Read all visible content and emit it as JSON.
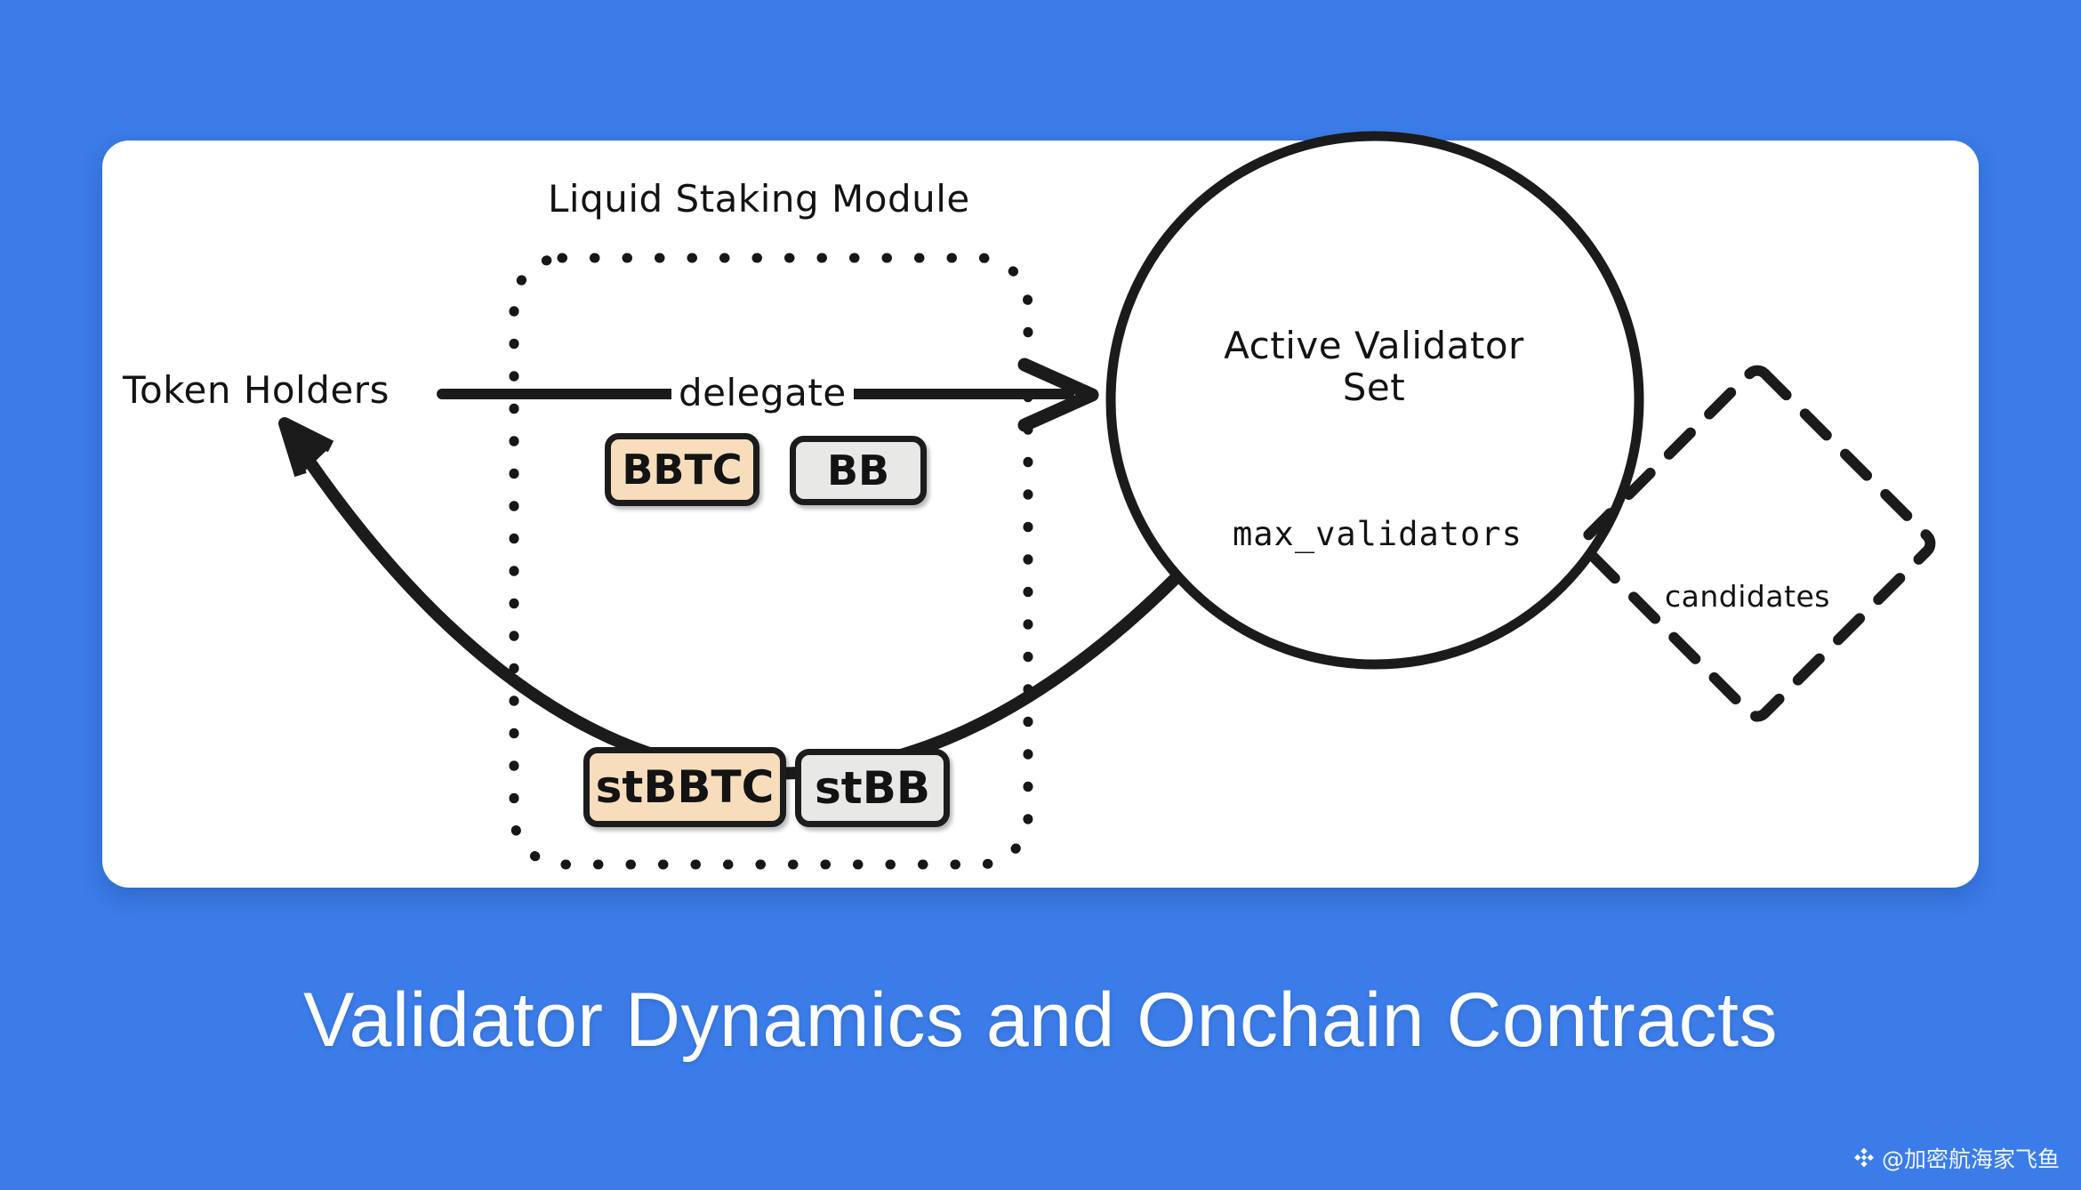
{
  "theme": {
    "background": "#3b7ce8",
    "card_background": "#ffffff",
    "ink": "#131313",
    "chip_peach": "#f7ddbb",
    "chip_grey": "#e8e8e6"
  },
  "caption": {
    "text": "Validator Dynamics and Onchain Contracts"
  },
  "diagram": {
    "token_holders_label": "Token Holders",
    "module_label": "Liquid Staking Module",
    "delegate_label": "delegate",
    "active_validator_set_label": "Active Validator Set",
    "max_validators_label": "max_validators",
    "candidates_label": "candidates",
    "chips": [
      {
        "id": "bbtc",
        "label": "BBTC",
        "fill": "peach"
      },
      {
        "id": "bb",
        "label": "BB",
        "fill": "grey"
      },
      {
        "id": "stbbtc",
        "label": "stBBTC",
        "fill": "peach"
      },
      {
        "id": "stbb",
        "label": "stBB",
        "fill": "grey"
      }
    ]
  },
  "watermark": {
    "icon": "binance-diamond-icon",
    "handle": "@加密航海家飞鱼"
  }
}
